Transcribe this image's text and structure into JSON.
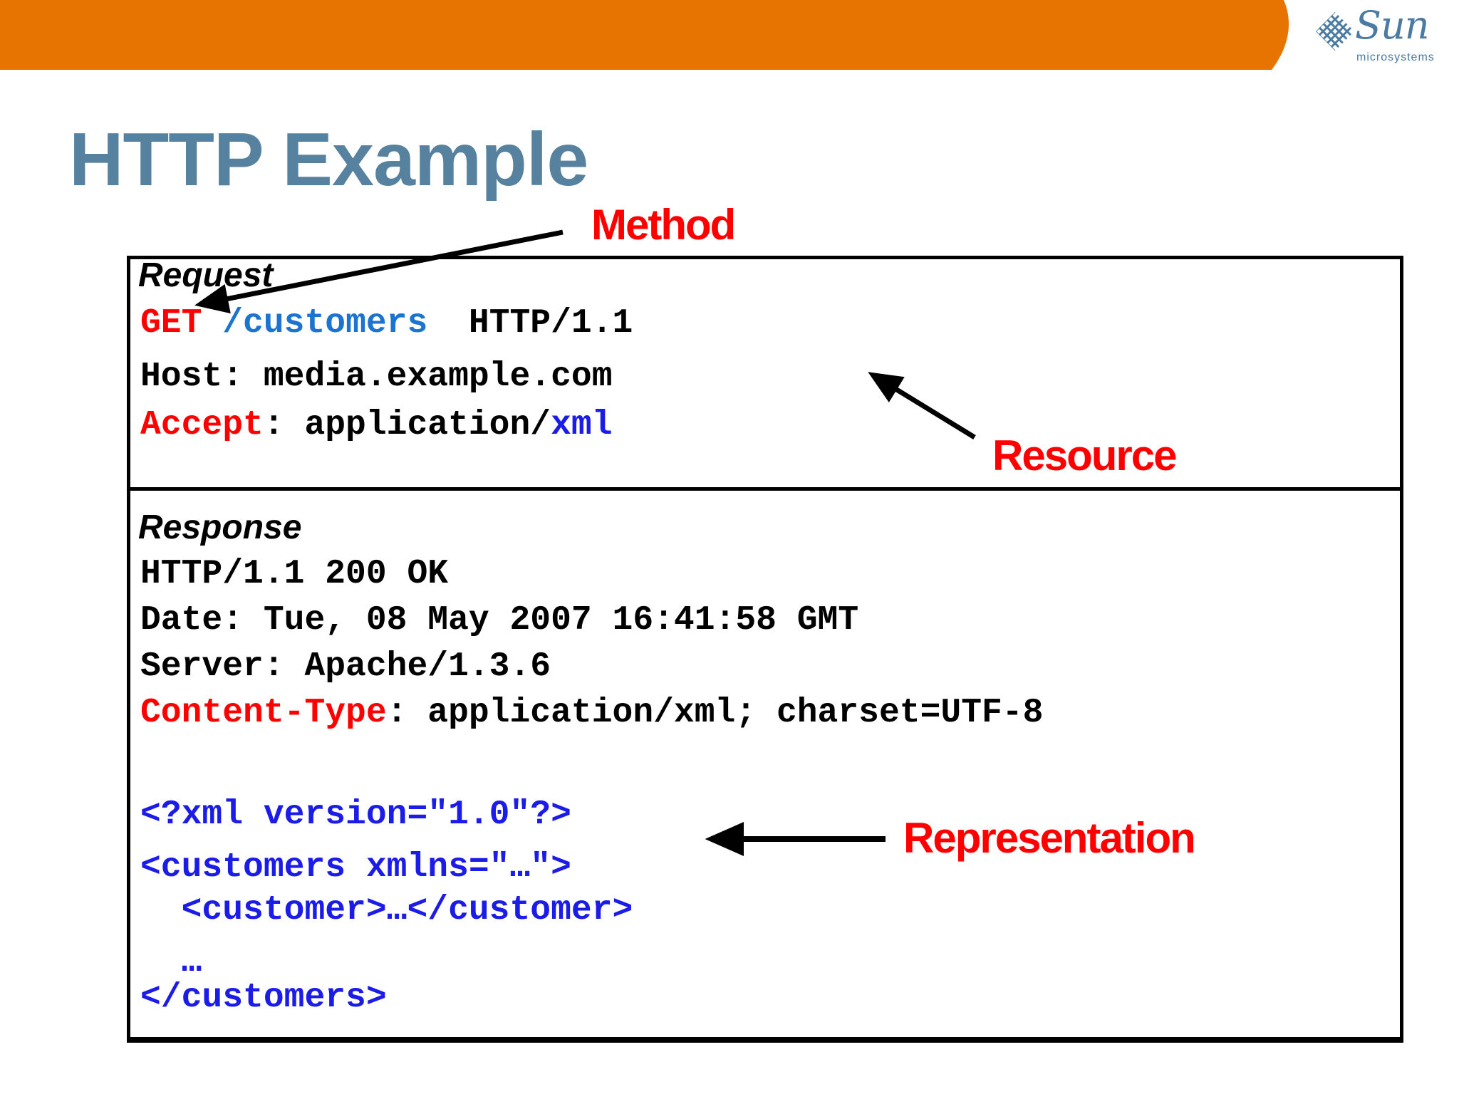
{
  "banner": {
    "color": "#E87400"
  },
  "logo": {
    "word": "Sun",
    "sub": "microsystems",
    "color": "#4B7AA2"
  },
  "title": {
    "text": "HTTP Example",
    "color": "#56819F"
  },
  "labels": {
    "method": "Method",
    "resource": "Resource",
    "representation": "Representation",
    "color": "#FF0000"
  },
  "request": {
    "heading": "Request",
    "line1": {
      "method": "GET",
      "sep": " ",
      "path": "/customers",
      "rest": "  HTTP/1.1"
    },
    "host": "Host: media.example.com",
    "accept": {
      "name": "Accept",
      "mid": ": application/",
      "value": "xml"
    }
  },
  "response": {
    "heading": "Response",
    "status": "HTTP/1.1 200 OK",
    "date": "Date: Tue, 08 May 2007 16:41:58 GMT",
    "server": "Server: Apache/1.3.6",
    "content_type": {
      "name": "Content-Type",
      "rest": ": application/xml; charset=UTF-8"
    }
  },
  "xml": {
    "line1": "<?xml version=\"1.0\"?>",
    "line2": "<customers xmlns=\"…\">",
    "line3": "  <customer>…</customer>",
    "line4": "  …",
    "line5": "</customers>"
  },
  "colors": {
    "code_black": "#000000",
    "code_red": "#FF0000",
    "path_blue": "#1B74D0",
    "xml_blue": "#1C1CE8",
    "border": "#000000"
  }
}
